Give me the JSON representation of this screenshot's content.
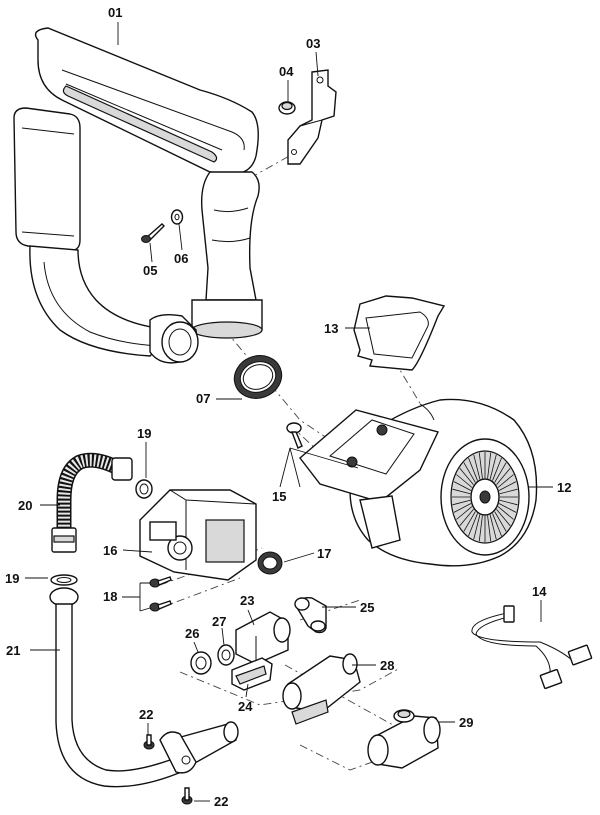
{
  "diagram": {
    "callouts": [
      {
        "id": "p01",
        "text": "01"
      },
      {
        "id": "p03",
        "text": "03"
      },
      {
        "id": "p04",
        "text": "04"
      },
      {
        "id": "p05",
        "text": "05"
      },
      {
        "id": "p06",
        "text": "06"
      },
      {
        "id": "p07",
        "text": "07"
      },
      {
        "id": "p12",
        "text": "12"
      },
      {
        "id": "p13",
        "text": "13"
      },
      {
        "id": "p14",
        "text": "14"
      },
      {
        "id": "p15",
        "text": "15"
      },
      {
        "id": "p16",
        "text": "16"
      },
      {
        "id": "p17",
        "text": "17"
      },
      {
        "id": "p18",
        "text": "18"
      },
      {
        "id": "p19a",
        "text": "19"
      },
      {
        "id": "p19b",
        "text": "19"
      },
      {
        "id": "p20",
        "text": "20"
      },
      {
        "id": "p21",
        "text": "21"
      },
      {
        "id": "p22a",
        "text": "22"
      },
      {
        "id": "p22b",
        "text": "22"
      },
      {
        "id": "p23",
        "text": "23"
      },
      {
        "id": "p24",
        "text": "24"
      },
      {
        "id": "p25",
        "text": "25"
      },
      {
        "id": "p26",
        "text": "26"
      },
      {
        "id": "p27",
        "text": "27"
      },
      {
        "id": "p28",
        "text": "28"
      },
      {
        "id": "p29",
        "text": "29"
      }
    ]
  }
}
